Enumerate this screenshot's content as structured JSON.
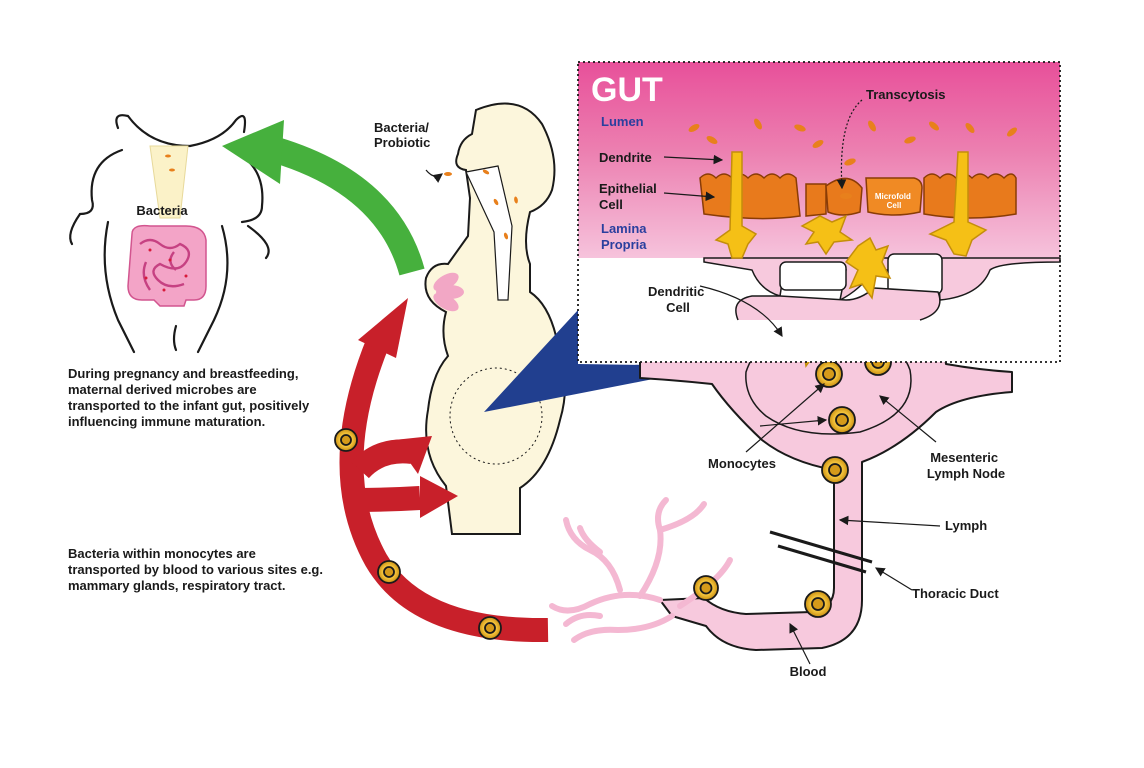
{
  "gut_panel": {
    "title": "GUT",
    "lumen": "Lumen",
    "lamina_propria": [
      "Lamina",
      "Propria"
    ],
    "transcytosis": "Transcytosis",
    "dendrite": "Dendrite",
    "epithelial_cell": [
      "Epithelial",
      "Cell"
    ],
    "microfold_cell": [
      "Microfold",
      "Cell"
    ]
  },
  "labels": {
    "infant_bacteria": "Bacteria",
    "bacteria_probiotic": [
      "Bacteria/",
      "Probiotic"
    ],
    "dendritic_cell": [
      "Dendritic",
      "Cell"
    ],
    "monocytes": "Monocytes",
    "mesenteric_lymph_node": [
      "Mesenteric",
      "Lymph Node"
    ],
    "lymph": "Lymph",
    "thoracic_duct": "Thoracic Duct",
    "blood": "Blood"
  },
  "captions": {
    "pregnancy": [
      "During pregnancy and breastfeeding,",
      "maternal derived microbes are",
      "transported to the infant gut, positively",
      "influencing immune maturation."
    ],
    "monocytes": [
      "Bacteria within monocytes are",
      "transported by blood to various sites e.g.",
      "mammary glands, respiratory tract."
    ]
  },
  "colors": {
    "green_arrow": "#46b03d",
    "red_arrow": "#c8202a",
    "gut_pink": "#e8509a",
    "lymph_pink": "#f7c9dd",
    "epithelium_orange": "#e87a1c",
    "dendritic_yellow": "#f5c016",
    "pointer_blue": "#213f8f",
    "mother_skin": "#fcf6dc"
  }
}
